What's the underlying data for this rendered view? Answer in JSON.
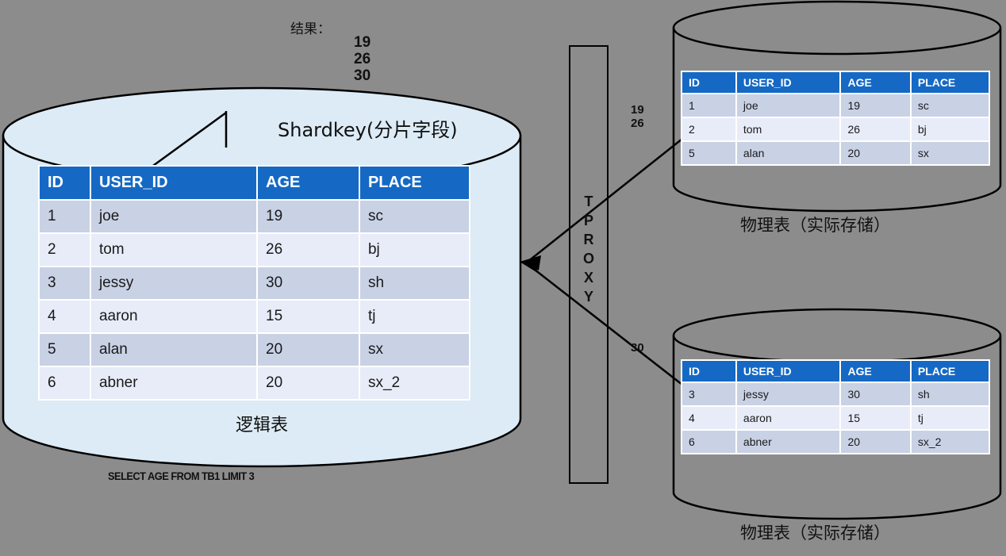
{
  "diagram": {
    "background_color": "#8c8c8c",
    "accent_color": "#1569c4",
    "cylinder_fill": "#dcebf6"
  },
  "result": {
    "label": "结果：",
    "values": [
      "19",
      "26",
      "30"
    ]
  },
  "logical": {
    "shardkey_label": "Shardkey(分片字段)",
    "caption": "逻辑表",
    "sql": "SELECT AGE FROM TB1 LIMIT 3",
    "columns": [
      "ID",
      "USER_ID",
      "AGE",
      "PLACE"
    ],
    "rows": [
      [
        "1",
        "joe",
        "19",
        "sc"
      ],
      [
        "2",
        "tom",
        "26",
        "bj"
      ],
      [
        "3",
        "jessy",
        "30",
        "sh"
      ],
      [
        "4",
        "aaron",
        "15",
        "tj"
      ],
      [
        "5",
        "alan",
        "20",
        "sx"
      ],
      [
        "6",
        "abner",
        "20",
        "sx_2"
      ]
    ]
  },
  "proxy": {
    "letters": [
      "T",
      "P",
      "R",
      "O",
      "X",
      "Y"
    ],
    "name": "TPROXY"
  },
  "flows": {
    "top": [
      "19",
      "26"
    ],
    "bottom": [
      "30"
    ]
  },
  "physical": [
    {
      "caption": "物理表（实际存储）",
      "columns": [
        "ID",
        "USER_ID",
        "AGE",
        "PLACE"
      ],
      "rows": [
        [
          "1",
          "joe",
          "19",
          "sc"
        ],
        [
          "2",
          "tom",
          "26",
          "bj"
        ],
        [
          "5",
          "alan",
          "20",
          "sx"
        ]
      ]
    },
    {
      "caption": "物理表（实际存储）",
      "columns": [
        "ID",
        "USER_ID",
        "AGE",
        "PLACE"
      ],
      "rows": [
        [
          "3",
          "jessy",
          "30",
          "sh"
        ],
        [
          "4",
          "aaron",
          "15",
          "tj"
        ],
        [
          "6",
          "abner",
          "20",
          "sx_2"
        ]
      ]
    }
  ]
}
